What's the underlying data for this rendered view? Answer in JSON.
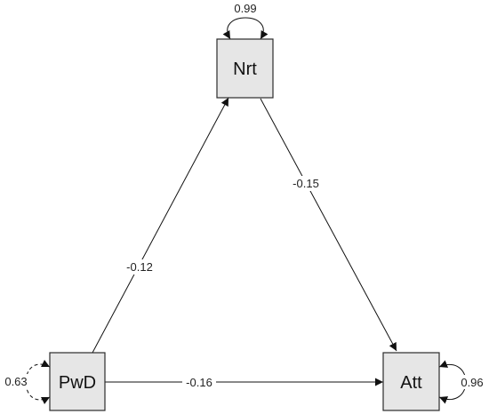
{
  "nodes": {
    "nrt": {
      "label": "Nrt"
    },
    "pwd": {
      "label": "PwD"
    },
    "att": {
      "label": "Att"
    }
  },
  "paths": {
    "pwd_to_nrt": {
      "from": "PwD",
      "to": "Nrt",
      "label": "-0.12"
    },
    "nrt_to_att": {
      "from": "Nrt",
      "to": "Att",
      "label": "-0.15"
    },
    "pwd_to_att": {
      "from": "PwD",
      "to": "Att",
      "label": "-0.16"
    }
  },
  "variances": {
    "nrt": {
      "label": "0.99",
      "style": "solid"
    },
    "pwd": {
      "label": "0.63",
      "style": "dashed"
    },
    "att": {
      "label": "0.96",
      "style": "solid"
    }
  }
}
